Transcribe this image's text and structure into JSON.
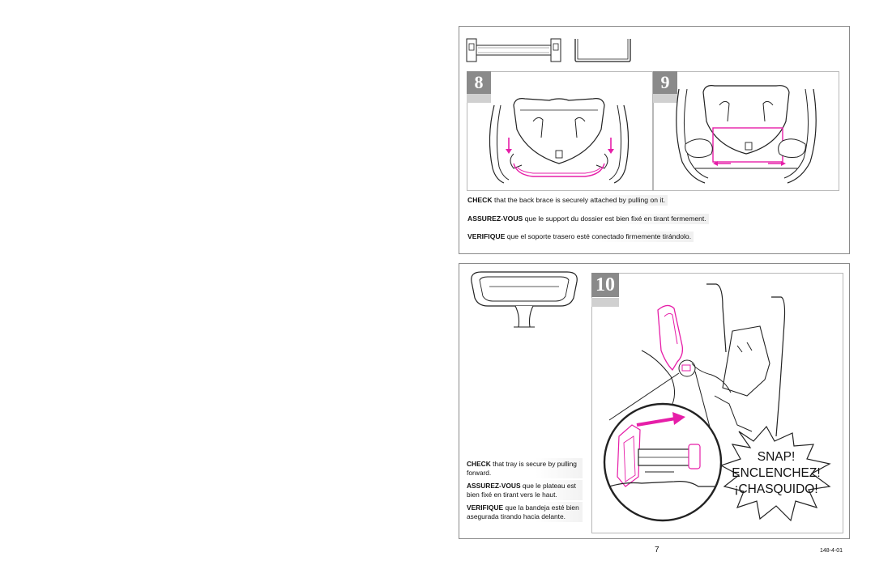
{
  "steps": {
    "s8": "8",
    "s9": "9",
    "s10": "10"
  },
  "instructions_brace": {
    "en_bold": "CHECK",
    "en_text": " that the back brace is securely attached by pulling on it.",
    "fr_bold": "ASSUREZ-VOUS",
    "fr_text": " que le support du dossier est bien fixé en tirant fermement.",
    "es_bold": "VERIFIQUE",
    "es_text": " que el soporte trasero esté conectado firmemente tirándolo."
  },
  "instructions_tray": {
    "en_bold": "CHECK",
    "en_text": " that tray is secure by pulling forward.",
    "fr_bold": "ASSUREZ-VOUS",
    "fr_text": " que le plateau est bien fixé en tirant vers le haut.",
    "es_bold": "VERIFIQUE",
    "es_text": " que la bandeja esté bien asegurada tirando hacia delante."
  },
  "snap": {
    "line1": "SNAP!",
    "line2": "ENCLENCHEZ!",
    "line3": "¡CHASQUIDO!"
  },
  "footer": {
    "page_number": "7",
    "doc_code": "148-4-01"
  },
  "colors": {
    "accent_magenta": "#e61ea8",
    "frame_gray": "#8a8a8a"
  }
}
